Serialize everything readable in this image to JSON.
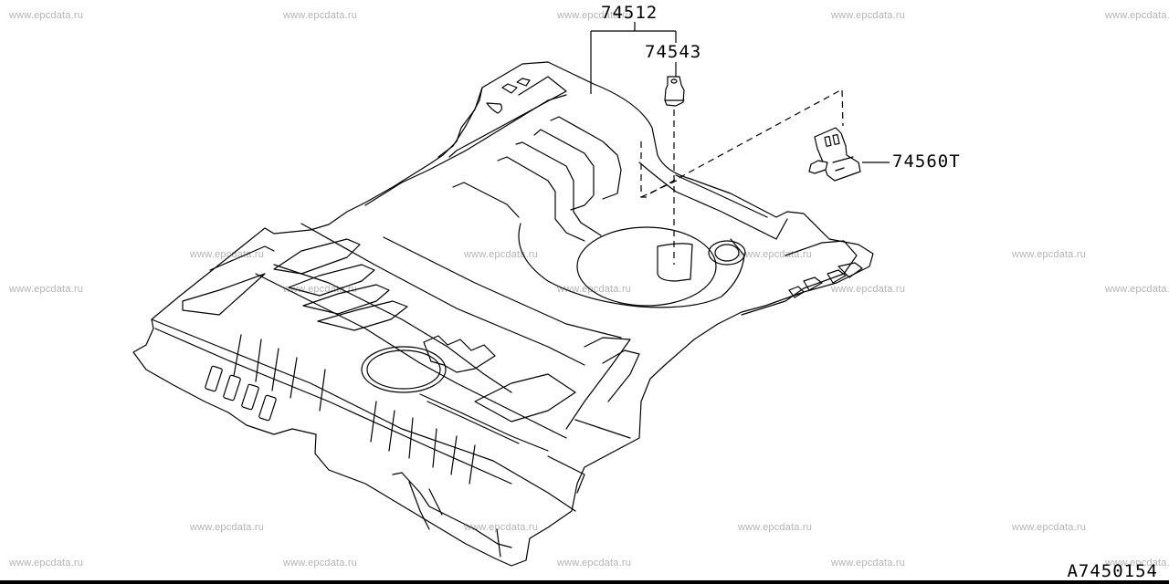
{
  "diagram": {
    "title": "Rear floor panel parts diagram",
    "figure_code": "A7450154",
    "watermark_text": "www.epcdata.ru",
    "callouts": [
      {
        "id": "74512",
        "label": "74512",
        "part": "rear-floor-panel"
      },
      {
        "id": "74543",
        "label": "74543",
        "part": "grommet-plug"
      },
      {
        "id": "74560T",
        "label": "74560T",
        "part": "bracket"
      }
    ],
    "watermarks": [
      "www.epcdata.ru",
      "www.epcdata.ru",
      "www.epcdata.ru",
      "www.epcdata.ru",
      "www.epcdata.ru",
      "www.epcdata.ru",
      "www.epcdata.ru",
      "www.epcdata.ru",
      "www.epcdata.ru",
      "www.epcdata.ru",
      "www.epcdata.ru",
      "www.epcdata.ru",
      "www.epcdata.ru",
      "www.epcdata.ru",
      "www.epcdata.ru",
      "www.epcdata.ru",
      "www.epcdata.ru",
      "www.epcdata.ru",
      "www.epcdata.ru",
      "www.epcdata.ru",
      "www.epcdata.ru",
      "www.epcdata.ru",
      "www.epcdata.ru"
    ]
  }
}
